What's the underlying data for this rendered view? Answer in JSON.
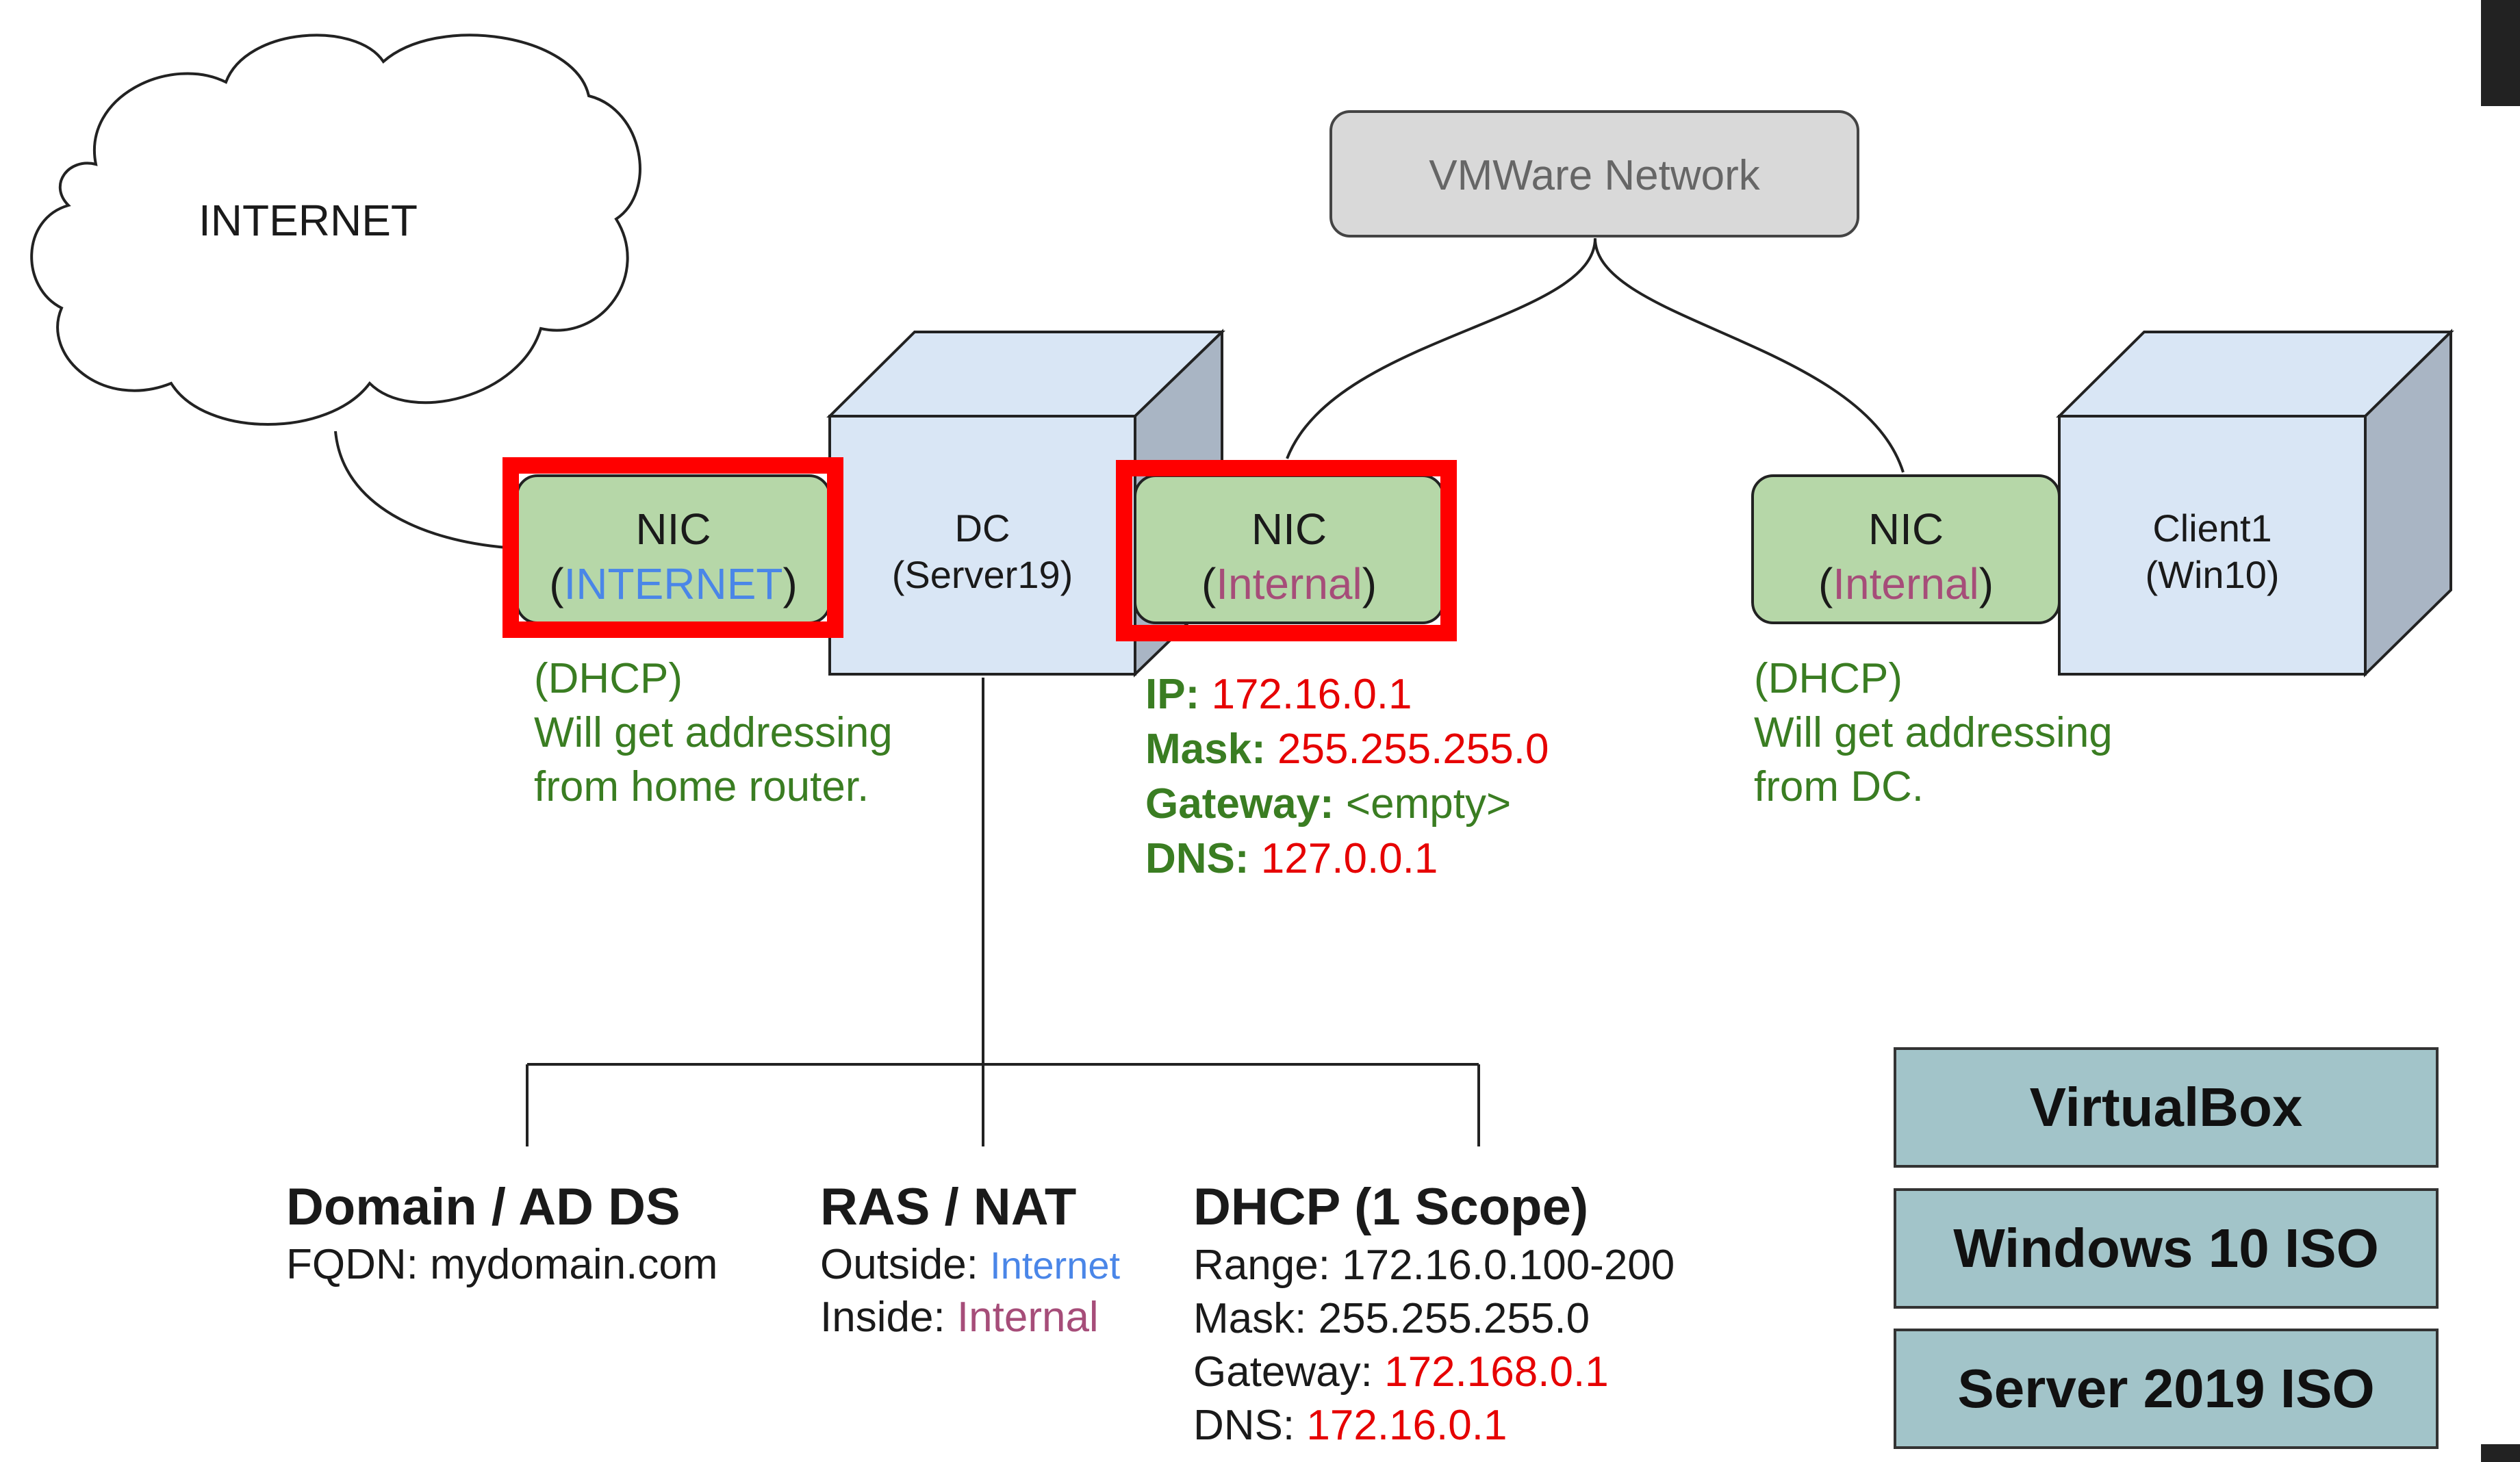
{
  "internet": {
    "label": "INTERNET"
  },
  "vmware": {
    "label": "VMWare Network"
  },
  "dc": {
    "line1": "DC",
    "line2": "(Server19)"
  },
  "client": {
    "line1": "Client1",
    "line2": "(Win10)"
  },
  "nic_internet": {
    "title": "NIC",
    "open": "(",
    "net": "INTERNET",
    "close": ")"
  },
  "nic_dc_internal": {
    "title": "NIC",
    "open": "(",
    "net": "Internal",
    "close": ")"
  },
  "nic_client": {
    "title": "NIC",
    "open": "(",
    "net": "Internal",
    "close": ")"
  },
  "dhcp_internet_note": {
    "line1": "(DHCP)",
    "line2": "Will get addressing",
    "line3": "from home router."
  },
  "dhcp_client_note": {
    "line1": "(DHCP)",
    "line2": "Will get addressing",
    "line3": "from DC."
  },
  "dc_internal_config": {
    "ip_label": "IP:",
    "ip_value": "172.16.0.1",
    "mask_label": "Mask:",
    "mask_value": "255.255.255.0",
    "gateway_label": "Gateway:",
    "gateway_value": "<empty>",
    "dns_label": "DNS:",
    "dns_value": "127.0.0.1"
  },
  "roles": {
    "domain": {
      "title": "Domain / AD DS",
      "line1": "FQDN: mydomain.com"
    },
    "ras": {
      "title": "RAS / NAT",
      "outside_label": "Outside:",
      "outside_value": "Internet",
      "inside_label": "Inside:",
      "inside_value": "Internal"
    },
    "dhcp": {
      "title": "DHCP (1 Scope)",
      "range_label": "Range:",
      "range_value": "172.16.0.100-200",
      "mask_label": "Mask:",
      "mask_value": "255.255.255.0",
      "gateway_label": "Gateway:",
      "gateway_value": "172.168.0.1",
      "dns_label": "DNS:",
      "dns_value": "172.16.0.1"
    }
  },
  "requirements": [
    "VirtualBox",
    "Windows 10 ISO",
    "Server 2019 ISO"
  ],
  "colors": {
    "nic_fill": "#b6d7a8",
    "box_fill": "#d9e6f5",
    "highlight": "#ff0000",
    "vmware_fill": "#d9d9d9",
    "legend_fill": "#a2c4c9"
  }
}
